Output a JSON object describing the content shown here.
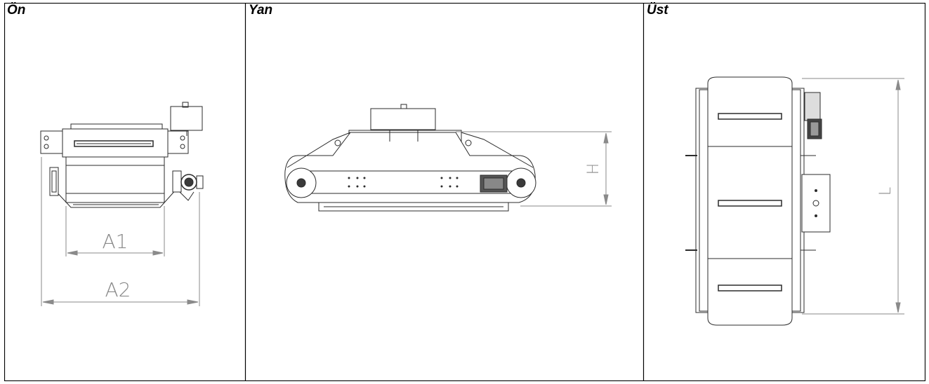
{
  "views": [
    {
      "id": "front",
      "label": "Ön"
    },
    {
      "id": "side",
      "label": "Yan"
    },
    {
      "id": "top",
      "label": "Üst"
    }
  ],
  "dimensions": {
    "front": {
      "a1": "A1",
      "a2": "A2"
    },
    "side": {
      "h": "H"
    },
    "top": {
      "l": "L"
    }
  }
}
